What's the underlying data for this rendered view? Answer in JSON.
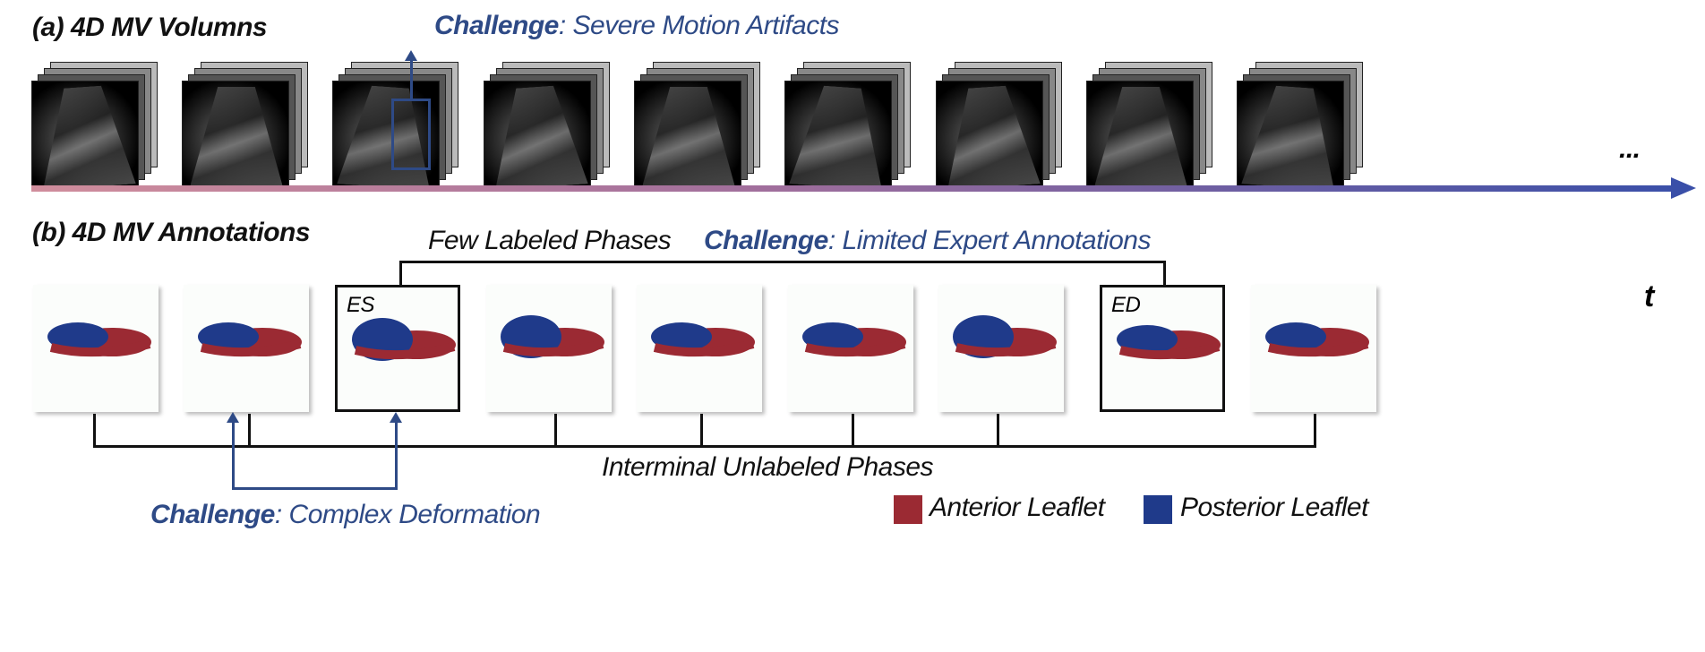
{
  "section_a": {
    "title": "(a)  4D MV Volumns",
    "challenge_prefix": "Challenge",
    "challenge_text": ": Severe Motion Artifacts",
    "ellipsis": "...",
    "time_label": "t",
    "volume_count": 9
  },
  "section_b": {
    "title": "(b) 4D MV Annotations",
    "few_labeled": "Few Labeled Phases",
    "challenge2_prefix": "Challenge",
    "challenge2_text": ": Limited Expert Annotations",
    "es_label": "ES",
    "ed_label": "ED",
    "unlabeled": "Interminal Unlabeled Phases",
    "challenge3_prefix": "Challenge",
    "challenge3_text": ": Complex Deformation"
  },
  "legend": {
    "anterior": {
      "label": "Anterior Leaflet",
      "color": "#9b2a33"
    },
    "posterior": {
      "label": "Posterior Leaflet",
      "color": "#1f3a8a"
    }
  },
  "colors": {
    "challenge": "#2e4a86",
    "time_start": "#d08d9c",
    "time_end": "#3a4fa8"
  }
}
